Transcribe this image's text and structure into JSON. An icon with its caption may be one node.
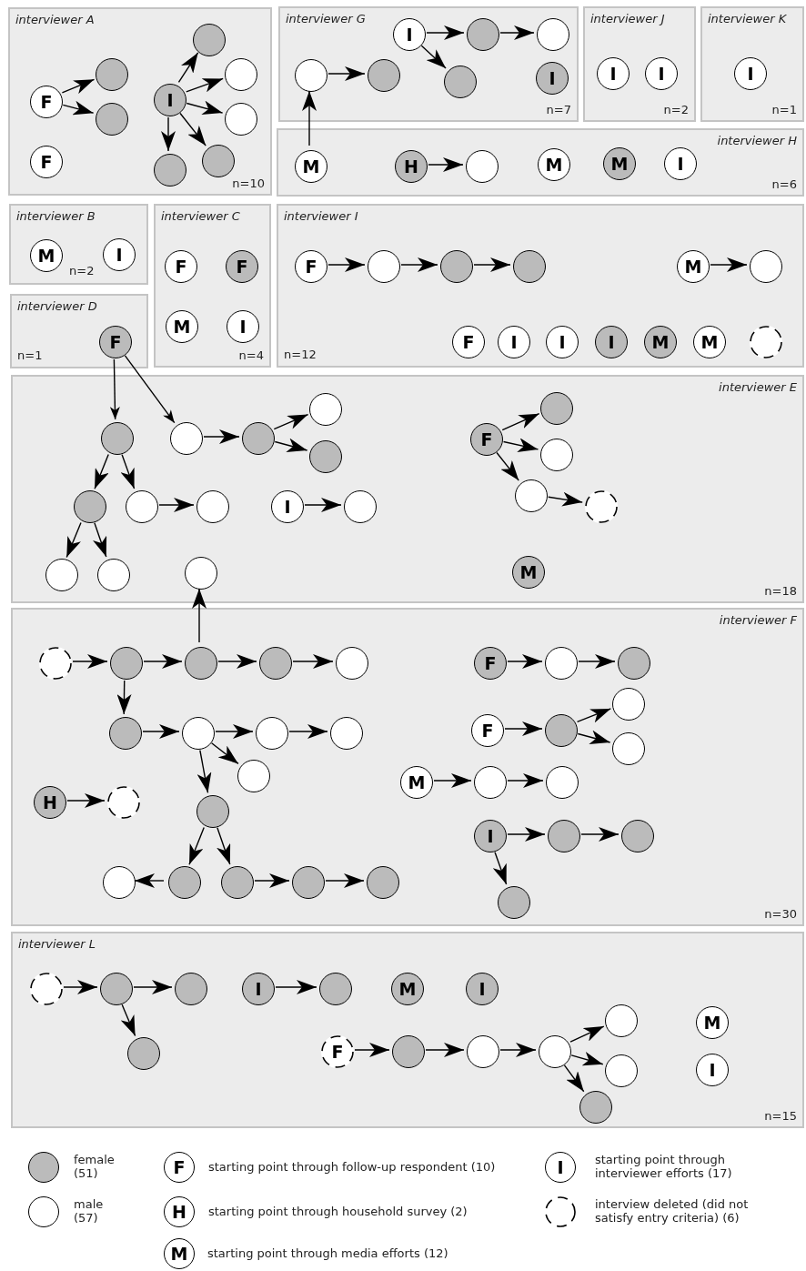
{
  "diagram": {
    "nodes": [
      {
        "text": [
          "interviewer A",
          "n=10"
        ]
      },
      {
        "text": [
          "F"
        ],
        "in": 0
      },
      {
        "text": [],
        "shape": "circle",
        "in": 0
      },
      {
        "text": [],
        "shape": "circle",
        "in": 0
      },
      {
        "text": [
          "F"
        ],
        "in": 0
      },
      {
        "text": [
          "I"
        ],
        "in": 0
      },
      {
        "text": [],
        "shape": "circle",
        "in": 0
      },
      {
        "text": [],
        "shape": "circle",
        "in": 0
      },
      {
        "text": [],
        "shape": "circle",
        "in": 0
      },
      {
        "text": [],
        "shape": "circle",
        "in": 0
      },
      {
        "text": [],
        "shape": "circle",
        "in": 0
      },
      {
        "text": [
          "interviewer G",
          "n=7"
        ]
      },
      {
        "text": [
          "I"
        ],
        "in": 11
      },
      {
        "text": [],
        "shape": "circle",
        "in": 11
      },
      {
        "text": [],
        "shape": "circle",
        "in": 11
      },
      {
        "text": [],
        "shape": "circle",
        "in": 11
      },
      {
        "text": [],
        "shape": "circle",
        "in": 11
      },
      {
        "text": [],
        "shape": "circle",
        "in": 11
      },
      {
        "text": [
          "I"
        ],
        "in": 11
      },
      {
        "text": [
          "interviewer J",
          "n=2"
        ]
      },
      {
        "text": [
          "I"
        ],
        "in": 19
      },
      {
        "text": [
          "I"
        ],
        "in": 19
      },
      {
        "text": [
          "interviewer K",
          "n=1"
        ]
      },
      {
        "text": [
          "I"
        ],
        "in": 22
      },
      {
        "text": [
          "interviewer H",
          "n=6"
        ]
      },
      {
        "text": [
          "M"
        ],
        "in": 24
      },
      {
        "text": [
          "H"
        ],
        "in": 24
      },
      {
        "text": [],
        "shape": "circle",
        "in": 24
      },
      {
        "text": [
          "M"
        ],
        "in": 24
      },
      {
        "text": [
          "M"
        ],
        "in": 24
      },
      {
        "text": [
          "I"
        ],
        "in": 24
      },
      {
        "text": [
          "interviewer B",
          "n=2"
        ]
      },
      {
        "text": [
          "M"
        ],
        "in": 31
      },
      {
        "text": [
          "I"
        ],
        "in": 31
      },
      {
        "text": [
          "interviewer C",
          "n=4"
        ]
      },
      {
        "text": [
          "F"
        ],
        "in": 34
      },
      {
        "text": [
          "F"
        ],
        "in": 34
      },
      {
        "text": [
          "M"
        ],
        "in": 34
      },
      {
        "text": [
          "I"
        ],
        "in": 34
      },
      {
        "text": [
          "interviewer D",
          "n=1"
        ]
      },
      {
        "text": [
          "F"
        ],
        "in": 39
      },
      {
        "text": [
          "interviewer I",
          "n=12"
        ]
      },
      {
        "text": [
          "F"
        ],
        "in": 41
      },
      {
        "text": [],
        "shape": "circle",
        "in": 41
      },
      {
        "text": [],
        "shape": "circle",
        "in": 41
      },
      {
        "text": [],
        "shape": "circle",
        "in": 41
      },
      {
        "text": [
          "M"
        ],
        "in": 41
      },
      {
        "text": [],
        "shape": "circle",
        "in": 41
      },
      {
        "text": [
          "F"
        ],
        "in": 41
      },
      {
        "text": [
          "I"
        ],
        "in": 41
      },
      {
        "text": [
          "I"
        ],
        "in": 41
      },
      {
        "text": [
          "I"
        ],
        "in": 41
      },
      {
        "text": [
          "M"
        ],
        "in": 41
      },
      {
        "text": [
          "M"
        ],
        "in": 41
      },
      {
        "text": [],
        "shape": "circle",
        "in": 41
      },
      {
        "text": [
          "interviewer E",
          "n=18"
        ]
      },
      {
        "text": [],
        "shape": "circle",
        "in": 55
      },
      {
        "text": [],
        "shape": "circle",
        "in": 55
      },
      {
        "text": [],
        "shape": "circle",
        "in": 55
      },
      {
        "text": [],
        "shape": "circle",
        "in": 55
      },
      {
        "text": [],
        "shape": "circle",
        "in": 55
      },
      {
        "text": [],
        "shape": "circle",
        "in": 55
      },
      {
        "text": [],
        "shape": "circle",
        "in": 55
      },
      {
        "text": [],
        "shape": "circle",
        "in": 55
      },
      {
        "text": [
          "I"
        ],
        "in": 55
      },
      {
        "text": [],
        "shape": "circle",
        "in": 55
      },
      {
        "text": [],
        "shape": "circle",
        "in": 55
      },
      {
        "text": [],
        "shape": "circle",
        "in": 55
      },
      {
        "text": [],
        "shape": "circle",
        "in": 55
      },
      {
        "text": [
          "F"
        ],
        "in": 55
      },
      {
        "text": [],
        "shape": "circle",
        "in": 55
      },
      {
        "text": [],
        "shape": "circle",
        "in": 55
      },
      {
        "text": [],
        "shape": "circle",
        "in": 55
      },
      {
        "text": [],
        "shape": "circle",
        "in": 55
      },
      {
        "text": [
          "M"
        ],
        "in": 55
      },
      {
        "text": [
          "interviewer F",
          "n=30"
        ]
      },
      {
        "text": [],
        "shape": "circle",
        "in": 75
      },
      {
        "text": [],
        "shape": "circle",
        "in": 75
      },
      {
        "text": [],
        "shape": "circle",
        "in": 75
      },
      {
        "text": [],
        "shape": "circle",
        "in": 75
      },
      {
        "text": [],
        "shape": "circle",
        "in": 75
      },
      {
        "text": [],
        "shape": "circle",
        "in": 75
      },
      {
        "text": [],
        "shape": "circle",
        "in": 75
      },
      {
        "text": [],
        "shape": "circle",
        "in": 75
      },
      {
        "text": [],
        "shape": "circle",
        "in": 75
      },
      {
        "text": [],
        "shape": "circle",
        "in": 75
      },
      {
        "text": [],
        "shape": "circle",
        "in": 75
      },
      {
        "text": [
          "H"
        ],
        "in": 75
      },
      {
        "text": [],
        "shape": "circle",
        "in": 75
      },
      {
        "text": [
          "F"
        ],
        "in": 75
      },
      {
        "text": [],
        "shape": "circle",
        "in": 75
      },
      {
        "text": [],
        "shape": "circle",
        "in": 75
      },
      {
        "text": [
          "F"
        ],
        "in": 75
      },
      {
        "text": [],
        "shape": "circle",
        "in": 75
      },
      {
        "text": [],
        "shape": "circle",
        "in": 75
      },
      {
        "text": [],
        "shape": "circle",
        "in": 75
      },
      {
        "text": [
          "M"
        ],
        "in": 75
      },
      {
        "text": [],
        "shape": "circle",
        "in": 75
      },
      {
        "text": [],
        "shape": "circle",
        "in": 75
      },
      {
        "text": [
          "I"
        ],
        "in": 75
      },
      {
        "text": [],
        "shape": "circle",
        "in": 75
      },
      {
        "text": [],
        "shape": "circle",
        "in": 75
      },
      {
        "text": [],
        "shape": "circle",
        "in": 75
      },
      {
        "text": [],
        "shape": "circle",
        "in": 75
      },
      {
        "text": [],
        "shape": "circle",
        "in": 75
      },
      {
        "text": [],
        "shape": "circle",
        "in": 75
      },
      {
        "text": [],
        "shape": "circle",
        "in": 75
      },
      {
        "text": [],
        "shape": "circle",
        "in": 75
      },
      {
        "text": [
          "interviewer L",
          "n=15"
        ]
      },
      {
        "text": [],
        "shape": "circle",
        "in": 108
      },
      {
        "text": [],
        "shape": "circle",
        "in": 108
      },
      {
        "text": [],
        "shape": "circle",
        "in": 108
      },
      {
        "text": [
          "I"
        ],
        "in": 108
      },
      {
        "text": [],
        "shape": "circle",
        "in": 108
      },
      {
        "text": [
          "M"
        ],
        "in": 108
      },
      {
        "text": [
          "I"
        ],
        "in": 108
      },
      {
        "text": [],
        "shape": "circle",
        "in": 108
      },
      {
        "text": [
          "F"
        ],
        "in": 108
      },
      {
        "text": [],
        "shape": "circle",
        "in": 108
      },
      {
        "text": [],
        "shape": "circle",
        "in": 108
      },
      {
        "text": [],
        "shape": "circle",
        "in": 108
      },
      {
        "text": [],
        "shape": "circle",
        "in": 108
      },
      {
        "text": [],
        "shape": "circle",
        "in": 108
      },
      {
        "text": [],
        "shape": "circle",
        "in": 108
      },
      {
        "text": [
          "M"
        ],
        "in": 108
      },
      {
        "text": [
          "I"
        ],
        "in": 108
      }
    ],
    "edges": [
      {
        "from": 1,
        "to": 2,
        "arrow": "to"
      },
      {
        "from": 1,
        "to": 3,
        "arrow": "to"
      },
      {
        "from": 5,
        "to": 6,
        "arrow": "to"
      },
      {
        "from": 5,
        "to": 7,
        "arrow": "to"
      },
      {
        "from": 5,
        "to": 8,
        "arrow": "to"
      },
      {
        "from": 5,
        "to": 9,
        "arrow": "to"
      },
      {
        "from": 5,
        "to": 10,
        "arrow": "to"
      },
      {
        "from": 12,
        "to": 13,
        "arrow": "to"
      },
      {
        "from": 13,
        "to": 14,
        "arrow": "to"
      },
      {
        "from": 12,
        "to": 17,
        "arrow": "to"
      },
      {
        "from": 15,
        "to": 16,
        "arrow": "to"
      },
      {
        "from": 25,
        "to": 15,
        "arrow": "to"
      },
      {
        "from": 26,
        "to": 27,
        "arrow": "to"
      },
      {
        "from": 42,
        "to": 43,
        "arrow": "to"
      },
      {
        "from": 43,
        "to": 44,
        "arrow": "to"
      },
      {
        "from": 44,
        "to": 45,
        "arrow": "to"
      },
      {
        "from": 46,
        "to": 47,
        "arrow": "to"
      },
      {
        "from": 40,
        "to": 56,
        "arrow": "to"
      },
      {
        "from": 40,
        "to": 57,
        "arrow": "to"
      },
      {
        "from": 57,
        "to": 58,
        "arrow": "to"
      },
      {
        "from": 58,
        "to": 59,
        "arrow": "to"
      },
      {
        "from": 58,
        "to": 60,
        "arrow": "to"
      },
      {
        "from": 56,
        "to": 61,
        "arrow": "to"
      },
      {
        "from": 56,
        "to": 62,
        "arrow": "to"
      },
      {
        "from": 62,
        "to": 63,
        "arrow": "to"
      },
      {
        "from": 61,
        "to": 66,
        "arrow": "to"
      },
      {
        "from": 61,
        "to": 67,
        "arrow": "to"
      },
      {
        "from": 64,
        "to": 65,
        "arrow": "to"
      },
      {
        "from": 69,
        "to": 70,
        "arrow": "to"
      },
      {
        "from": 69,
        "to": 71,
        "arrow": "to"
      },
      {
        "from": 69,
        "to": 72,
        "arrow": "to"
      },
      {
        "from": 72,
        "to": 73,
        "arrow": "to"
      },
      {
        "from": 78,
        "to": 68,
        "arrow": "to"
      },
      {
        "from": 76,
        "to": 77,
        "arrow": "to"
      },
      {
        "from": 77,
        "to": 78,
        "arrow": "to"
      },
      {
        "from": 78,
        "to": 79,
        "arrow": "to"
      },
      {
        "from": 79,
        "to": 80,
        "arrow": "to"
      },
      {
        "from": 77,
        "to": 81,
        "arrow": "to"
      },
      {
        "from": 81,
        "to": 82,
        "arrow": "to"
      },
      {
        "from": 82,
        "to": 83,
        "arrow": "to"
      },
      {
        "from": 83,
        "to": 84,
        "arrow": "to"
      },
      {
        "from": 82,
        "to": 85,
        "arrow": "to"
      },
      {
        "from": 82,
        "to": 86,
        "arrow": "to"
      },
      {
        "from": 87,
        "to": 88,
        "arrow": "to"
      },
      {
        "from": 86,
        "to": 103,
        "arrow": "to"
      },
      {
        "from": 86,
        "to": 104,
        "arrow": "to"
      },
      {
        "from": 103,
        "to": 102,
        "arrow": "to"
      },
      {
        "from": 104,
        "to": 105,
        "arrow": "to"
      },
      {
        "from": 105,
        "to": 106,
        "arrow": "to"
      },
      {
        "from": 89,
        "to": 90,
        "arrow": "to"
      },
      {
        "from": 90,
        "to": 91,
        "arrow": "to"
      },
      {
        "from": 92,
        "to": 93,
        "arrow": "to"
      },
      {
        "from": 93,
        "to": 94,
        "arrow": "to"
      },
      {
        "from": 93,
        "to": 95,
        "arrow": "to"
      },
      {
        "from": 96,
        "to": 97,
        "arrow": "to"
      },
      {
        "from": 97,
        "to": 98,
        "arrow": "to"
      },
      {
        "from": 99,
        "to": 100,
        "arrow": "to"
      },
      {
        "from": 100,
        "to": 101,
        "arrow": "to"
      },
      {
        "from": 99,
        "to": 107,
        "arrow": "to"
      },
      {
        "from": 109,
        "to": 110,
        "arrow": "to"
      },
      {
        "from": 110,
        "to": 111,
        "arrow": "to"
      },
      {
        "from": 110,
        "to": 116,
        "arrow": "to"
      },
      {
        "from": 112,
        "to": 113,
        "arrow": "to"
      },
      {
        "from": 117,
        "to": 118,
        "arrow": "to"
      },
      {
        "from": 118,
        "to": 119,
        "arrow": "to"
      },
      {
        "from": 119,
        "to": 120,
        "arrow": "to"
      },
      {
        "from": 120,
        "to": 121,
        "arrow": "to"
      },
      {
        "from": 120,
        "to": 122,
        "arrow": "to"
      },
      {
        "from": 120,
        "to": 123,
        "arrow": "to"
      }
    ],
    "labels": [
      "F",
      "H",
      "M",
      "I"
    ],
    "legend": [
      {
        "text": "female (51)",
        "color": "#bbbbbb"
      },
      {
        "text": "male (57)",
        "color": "#ffffff"
      },
      {
        "text": "starting point through follow-up respondent (10)"
      },
      {
        "text": "starting point through household survey (2)"
      },
      {
        "text": "starting point through media efforts (12)"
      },
      {
        "text": "starting point through interviewer efforts (17)"
      },
      {
        "text": "interview deleted (did not satisfy entry criteria) (6)"
      }
    ]
  }
}
